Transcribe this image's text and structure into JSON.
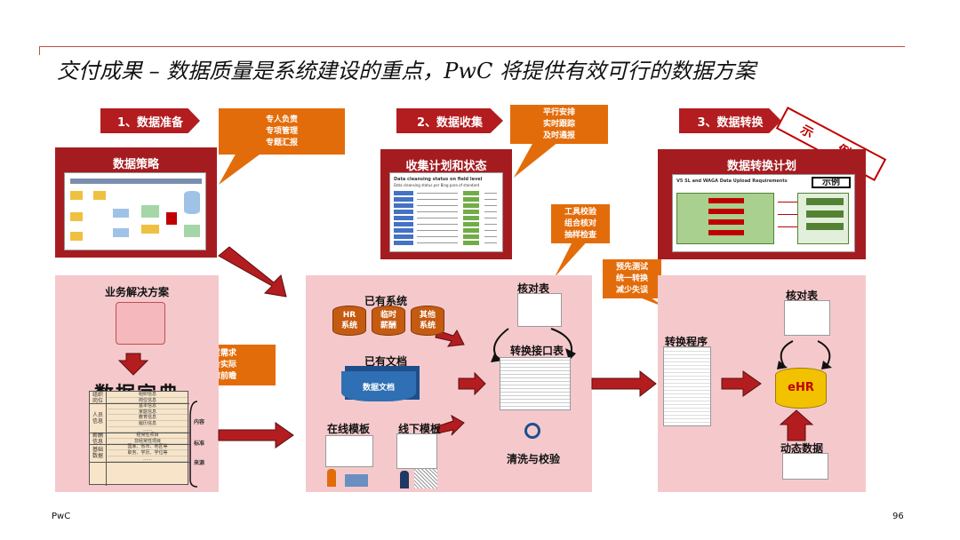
{
  "title": "交付成果 – 数据质量是系统建设的重点，PwC 将提供有效可行的数据方案",
  "footer": {
    "company": "PwC",
    "page": "96"
  },
  "steps": [
    {
      "label": "1、数据准备"
    },
    {
      "label": "2、数据收集"
    },
    {
      "label": "3、数据转换"
    }
  ],
  "callouts": {
    "c1": "专人负责\n专项管理\n专题汇报",
    "c2": "平行安排\n实时跟踪\n及时通报",
    "c3": "工具校验\n组合核对\n抽样检查",
    "c4": "预先测试\n统一转换\n减少失误",
    "c5": "满足需求\n符合实际\n考虑前瞻"
  },
  "panels": {
    "strategy": "数据策略",
    "collection": "收集计划和状态",
    "conversion": "数据转换计划"
  },
  "sample_stamp": "示 例",
  "mini_sample": "示例",
  "left_section": {
    "business_solution": "业务解决方案",
    "dictionary": "数据字典",
    "side_labels": [
      "内容",
      "标准",
      "来源"
    ],
    "groups": [
      {
        "name": "组织\n岗位",
        "items": [
          "组织信息",
          "岗位信息"
        ]
      },
      {
        "name": "人员\n信息",
        "items": [
          "基本信息",
          "家庭信息",
          "教育信息",
          "履历信息",
          "……"
        ]
      },
      {
        "name": "薪酬\n信息",
        "items": [
          "经常性项目",
          "非经常性项目"
        ]
      },
      {
        "name": "基础\n数据",
        "items": [
          "国家、省市、地区等",
          "职务、学历、学位等",
          "……"
        ]
      }
    ]
  },
  "middle_section": {
    "existing_systems": "已有系统",
    "systems": [
      "HR\n系统",
      "临时\n薪酬",
      "其他\n系统"
    ],
    "existing_docs": "已有文档",
    "doc_label": "数据文档",
    "online_template": "在线模板",
    "offline_template": "线下模板",
    "check_table": "核对表",
    "interface_table": "转换接口表",
    "cleanse": "清洗与校验"
  },
  "right_section": {
    "check_table": "核对表",
    "conversion_program": "转换程序",
    "target": "eHR",
    "dynamic_data": "动态数据"
  },
  "collection_panel": {
    "heading1": "Data cleansing status on field level",
    "heading2": "Data cleansing status per Bing para of standard"
  },
  "conversion_panel": {
    "heading": "V5 SL and WAGA Data Upload Requirements"
  },
  "colors": {
    "accent": "#b31d1f",
    "callout": "#e36c0a",
    "pink": "#f5c9cc",
    "blue": "#2f6fb3",
    "cylinder": "#c55a11"
  }
}
